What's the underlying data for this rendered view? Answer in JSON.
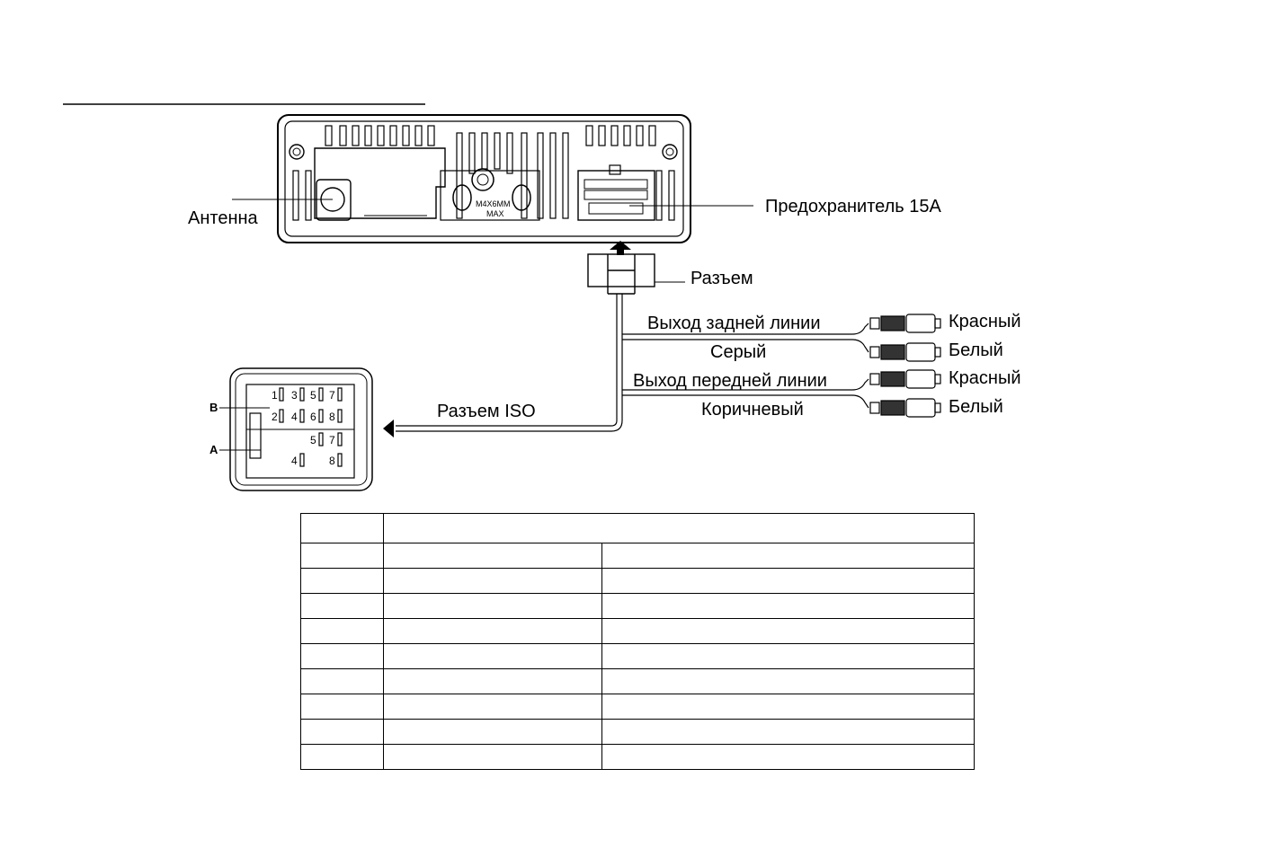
{
  "labels": {
    "antenna": "Антенна",
    "fuse": "Предохранитель 15A",
    "connector": "Разъем",
    "rear_out": "Выход задней линии",
    "grey": "Серый",
    "front_out": "Выход передней линии",
    "brown": "Коричневый",
    "red_1": "Красный",
    "white_1": "Белый",
    "red_2": "Красный",
    "white_2": "Белый",
    "iso": "Разъем ISO",
    "block_b": "B",
    "block_a": "A",
    "unit_marking_1": "M4X6MM",
    "unit_marking_2": "MAX"
  },
  "iso_pins": {
    "b": [
      "1",
      "3",
      "5",
      "7",
      "2",
      "4",
      "6",
      "8"
    ],
    "a": [
      "5",
      "7",
      "4",
      "8"
    ]
  },
  "table": {
    "rows": 9,
    "columns": 3
  }
}
